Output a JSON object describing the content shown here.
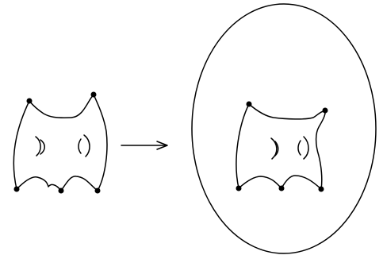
{
  "diagram": {
    "left_surface": {
      "shape": "surface with two handles",
      "marked_points": 5,
      "handles": 2
    },
    "arrow": {
      "direction": "right"
    },
    "right_surface": {
      "shape": "surface with two handles enclosed in an oval",
      "marked_points": 5,
      "handles": 2,
      "enclosed": true
    },
    "colors": {
      "stroke": "#000000",
      "background": "#ffffff"
    }
  }
}
